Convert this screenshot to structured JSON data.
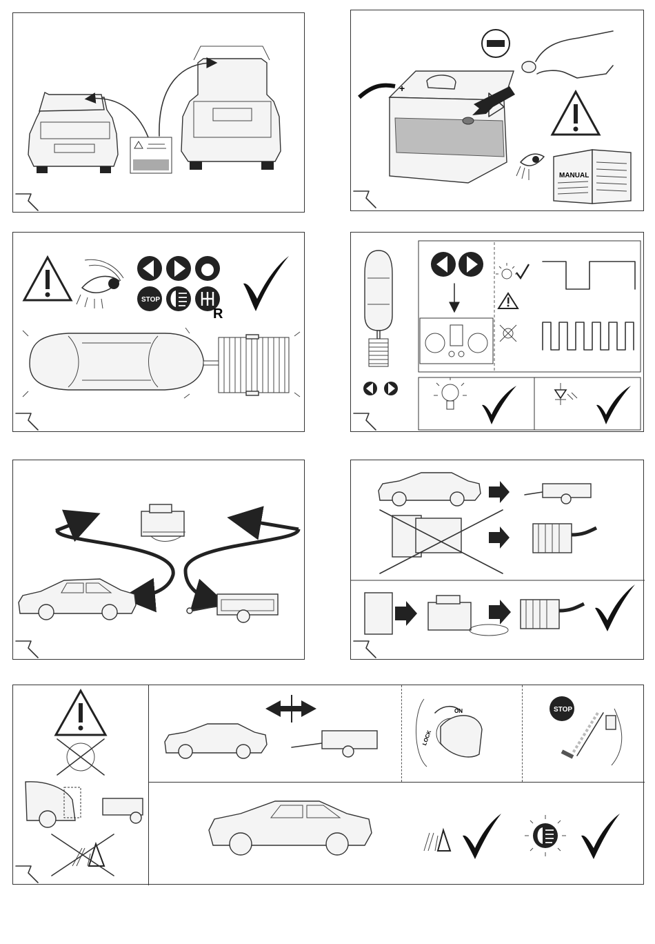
{
  "labels": {
    "manual": "MANUAL",
    "stop": "STOP",
    "reverse": "R",
    "lock": "LOCK",
    "on": "ON",
    "plus": "+"
  },
  "icons": [
    "warning-triangle-icon",
    "eye-icon",
    "turn-left-icon",
    "turn-right-icon",
    "hazard-light-icon",
    "stop-sign-icon",
    "fog-light-icon",
    "reverse-gear-icon",
    "checkmark-icon",
    "battery-icon",
    "minus-sign-icon",
    "manual-book-icon",
    "bulb-icon",
    "led-icon",
    "ignition-key-icon",
    "brake-pedal-icon",
    "parking-sensor-icon",
    "double-arrow-icon",
    "trailer-icon",
    "connector-plug-icon"
  ]
}
